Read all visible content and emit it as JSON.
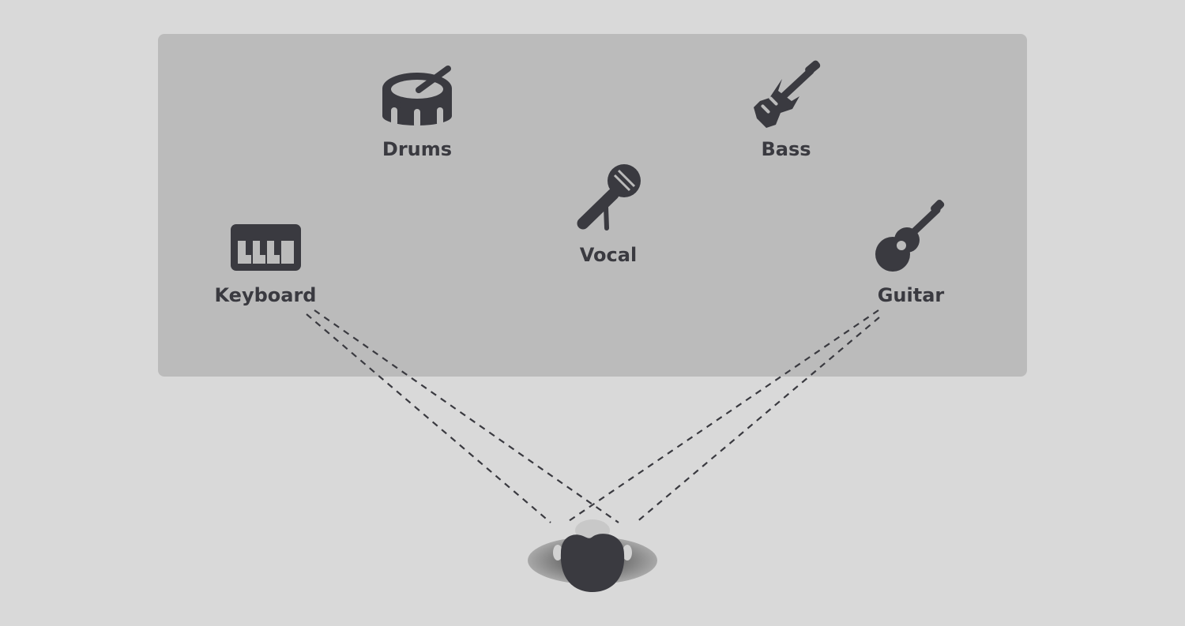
{
  "diagram": {
    "colors": {
      "background": "#d9d9d9",
      "stage": "#bbbbbb",
      "icon": "#3a3a40"
    },
    "instruments": [
      {
        "label": "Drums",
        "icon": "drum-icon"
      },
      {
        "label": "Bass",
        "icon": "electric-bass-icon"
      },
      {
        "label": "Vocal",
        "icon": "microphone-icon"
      },
      {
        "label": "Keyboard",
        "icon": "keyboard-icon"
      },
      {
        "label": "Guitar",
        "icon": "acoustic-guitar-icon"
      }
    ],
    "listener": {
      "icon": "listener-head-icon"
    }
  }
}
